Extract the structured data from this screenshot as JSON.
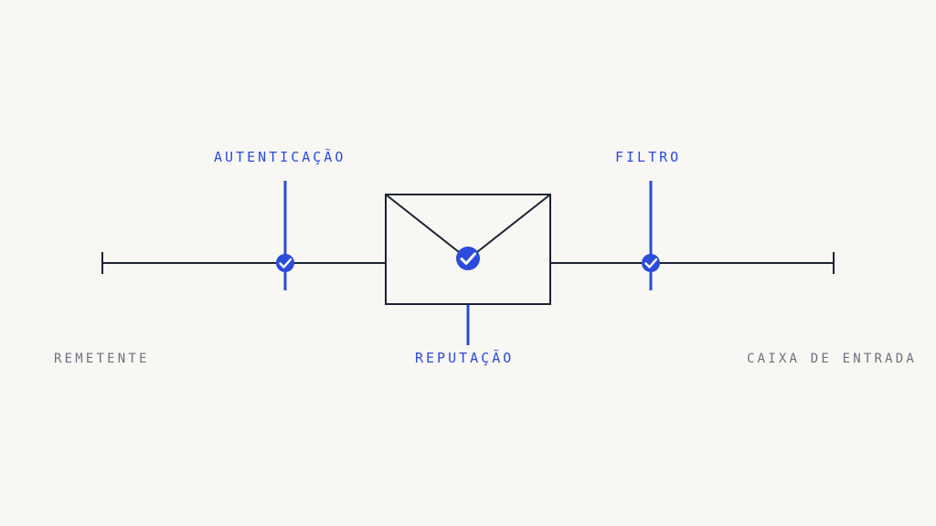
{
  "colors": {
    "background": "#f8f7f3",
    "line": "#1b2333",
    "accent": "#2b4bdb",
    "muted_text": "#6b7180"
  },
  "labels": {
    "sender": "REMETENTE",
    "authentication": "AUTENTICAÇÃO",
    "reputation": "REPUTAÇÃO",
    "filter": "FILTRO",
    "inbox": "CAIXA DE ENTRADA"
  },
  "icons": {
    "checkpoint": "check-circle-icon",
    "message": "envelope-icon"
  }
}
